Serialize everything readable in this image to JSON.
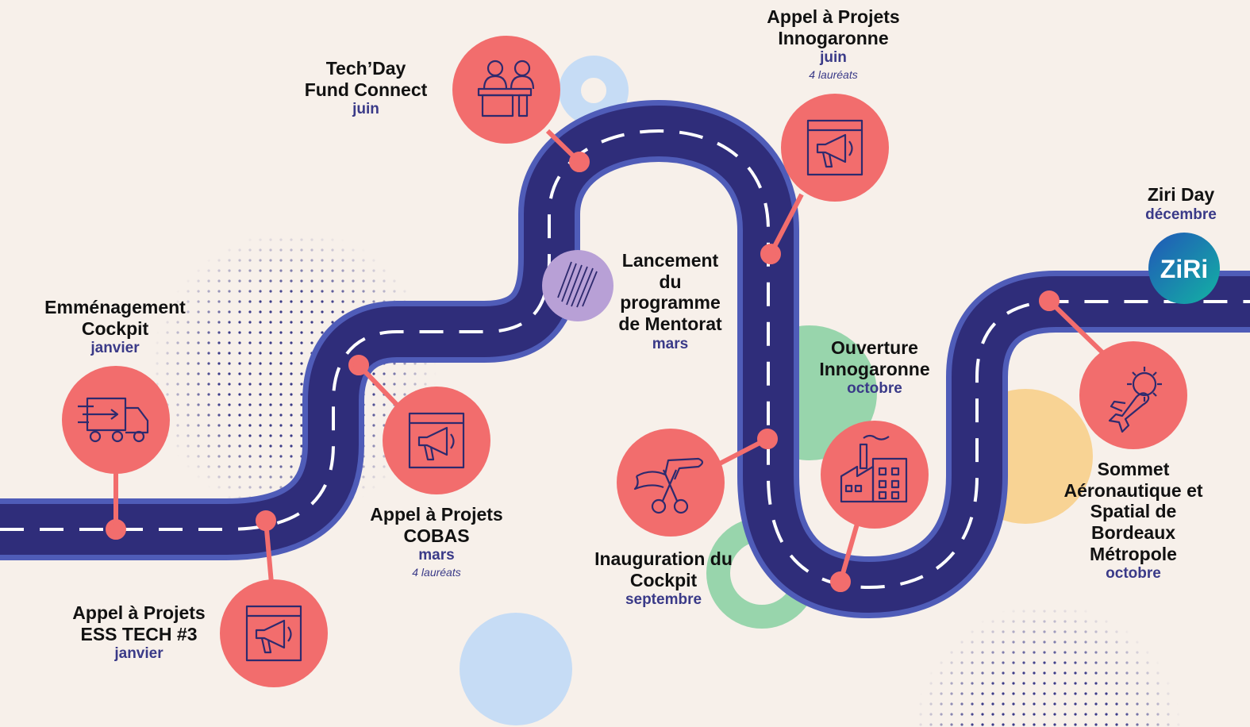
{
  "colors": {
    "background": "#f7f0ea",
    "road": "#2f2d7a",
    "road_edge": "#4f5cb8",
    "milestone": "#f26d6d",
    "icon_stroke": "#2e2a6e",
    "month_text": "#3a3a88",
    "accent_purple": "#b8a0d6",
    "accent_blue": "#c6dcf5",
    "accent_green": "#98d5ac",
    "accent_yellow": "#f8d394",
    "ziri_teal": "#1aa0b0"
  },
  "milestones": [
    {
      "id": "emmenagement",
      "title": "Emménagement\nCockpit",
      "month": "janvier",
      "winners": "",
      "icon": "truck-icon"
    },
    {
      "id": "ess-tech",
      "title": "Appel à Projets\nESS TECH #3",
      "month": "janvier",
      "winners": "",
      "icon": "megaphone-icon"
    },
    {
      "id": "cobas",
      "title": "Appel à Projets\nCOBAS",
      "month": "mars",
      "winners": "4 lauréats",
      "icon": "megaphone-icon"
    },
    {
      "id": "techday",
      "title": "Tech’Day\nFund Connect",
      "month": "juin",
      "winners": "",
      "icon": "panel-speakers-icon"
    },
    {
      "id": "mentorat",
      "title": "Lancement\ndu\nprogramme\nde Mentorat",
      "month": "mars",
      "winners": "",
      "icon": "hatch-icon"
    },
    {
      "id": "innogaronne-call",
      "title": "Appel à Projets\nInnogaronne",
      "month": "juin",
      "winners": "4 lauréats",
      "icon": "megaphone-icon"
    },
    {
      "id": "inauguration",
      "title": "Inauguration du\nCockpit",
      "month": "septembre",
      "winners": "",
      "icon": "ribbon-scissors-icon"
    },
    {
      "id": "innogaronne-open",
      "title": "Ouverture\nInnogaronne",
      "month": "octobre",
      "winners": "",
      "icon": "factory-icon"
    },
    {
      "id": "sommet",
      "title": "Sommet\nAéronautique et\nSpatial de\nBordeaux\nMétropole",
      "month": "octobre",
      "winners": "",
      "icon": "airplane-gear-icon"
    },
    {
      "id": "ziri",
      "title": "Ziri Day",
      "month": "décembre",
      "winners": "",
      "icon": "ziri-logo"
    }
  ],
  "ziri_logo_text": "ZiRi"
}
